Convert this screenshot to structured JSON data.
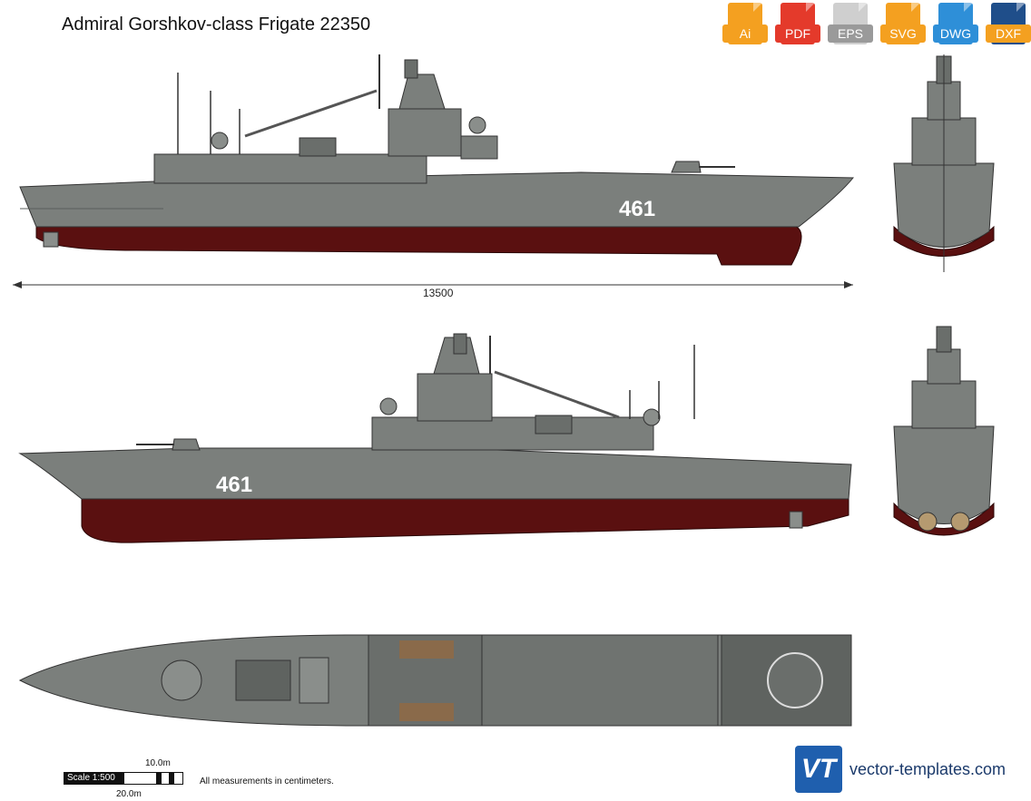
{
  "title": "Admiral Gorshkov-class Frigate 22350",
  "formats": [
    {
      "label": "Ai",
      "color": "#f4a020"
    },
    {
      "label": "PDF",
      "color": "#e43a2b"
    },
    {
      "label": "EPS",
      "color": "#9a9a9a"
    },
    {
      "label": "SVG",
      "color": "#f4a020"
    },
    {
      "label": "DWG",
      "color": "#2e8fd8"
    },
    {
      "label": "DXF",
      "color": "#1f4e8a"
    }
  ],
  "hull_number": "461",
  "dimension_length": "13500",
  "scale": {
    "label": "Scale 1:500",
    "tick_top": "10.0m",
    "tick_bottom": "20.0m"
  },
  "measurements_note": "All measurements in centimeters.",
  "brand": {
    "logo": "VT",
    "site": "vector-templates.com"
  },
  "watermark": "vector-templates.com",
  "colors": {
    "hull_gray": "#7b7f7c",
    "hull_red": "#5a1010",
    "deck_dark": "#555a57",
    "deck_wood": "#8a6a4a"
  }
}
